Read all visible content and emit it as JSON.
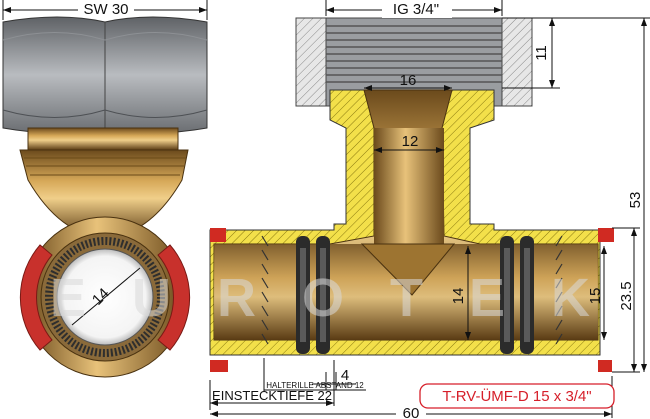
{
  "title": "T-RV-ÜMF-D 15 x 3/4\"",
  "watermark": "EUROTEK",
  "left_view": {
    "sw_label": "SW 30",
    "diameter_label": "14"
  },
  "right_view": {
    "ig_label": "IG 3/4\"",
    "dim_11": "11",
    "dim_16": "16",
    "dim_12": "12",
    "dim_14": "14",
    "dim_15": "15",
    "dim_23_5": "23.5",
    "dim_53": "53",
    "dim_4": "4",
    "halterille_label": "HALTERILLE ABSTAND 12",
    "einstecktiefe_label": "EINSTECKTIEFE 22",
    "dim_60": "60"
  },
  "colors": {
    "title_red": "#d61f2a",
    "section_yellow": "#f3e04a",
    "brass": "#d6a858",
    "seal_red": "#d02a22",
    "oring_black": "#2b2b2b",
    "nut_grey": "#9a9da1"
  }
}
